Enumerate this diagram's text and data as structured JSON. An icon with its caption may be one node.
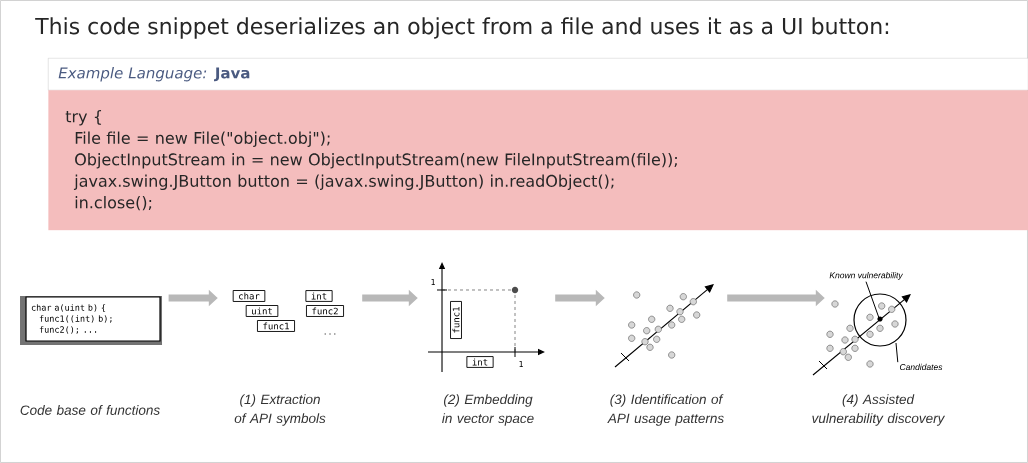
{
  "diagram": {
    "title": "This code snippet deserializes an object from a file and uses it as a UI button:",
    "nodes": [
      {
        "text": [
          "*Example Language:* **Java**"
        ]
      },
      {
        "text": [
          "try {",
          "File file = new File(\"object.obj\");",
          "ObjectInputStream in = new ObjectInputStream(new FileInputStream(file));",
          "javax.swing.JButton button = (javax.swing.JButton) in.readObject();",
          "in.close();"
        ]
      },
      {
        "text": [
          "char a(uint b) {",
          "func1((int) b);",
          "func2(); ..."
        ]
      },
      {
        "text": [],
        "shape": "picture"
      },
      {
        "text": [],
        "shape": "picture"
      },
      {
        "text": [],
        "shape": "picture"
      },
      {
        "text": [],
        "shape": "picture"
      },
      {
        "text": [
          "Known vulnerability"
        ]
      },
      {
        "text": [
          "Candidates"
        ]
      }
    ],
    "edges": [
      {
        "from": 2,
        "to": 3,
        "arrow": "to"
      },
      {
        "from": 3,
        "to": 4,
        "arrow": "to"
      },
      {
        "from": 4,
        "to": 5,
        "arrow": "to"
      },
      {
        "from": 5,
        "to": 6,
        "arrow": "to"
      },
      {
        "from": 7,
        "to": 6,
        "arrow": "none",
        "color": "#000000"
      },
      {
        "from": 8,
        "to": 6,
        "arrow": "none",
        "color": "#000000"
      }
    ],
    "labels": [
      "char",
      "int",
      "uint",
      "func2",
      "func1",
      "...",
      "1",
      "func1",
      "int",
      "1",
      "Code base of functions",
      "(1) Extraction of API symbols",
      "(2) Embedding in vector space",
      "(3) Identification of API usage patterns",
      "(4) Assisted vulnerability discovery"
    ]
  }
}
